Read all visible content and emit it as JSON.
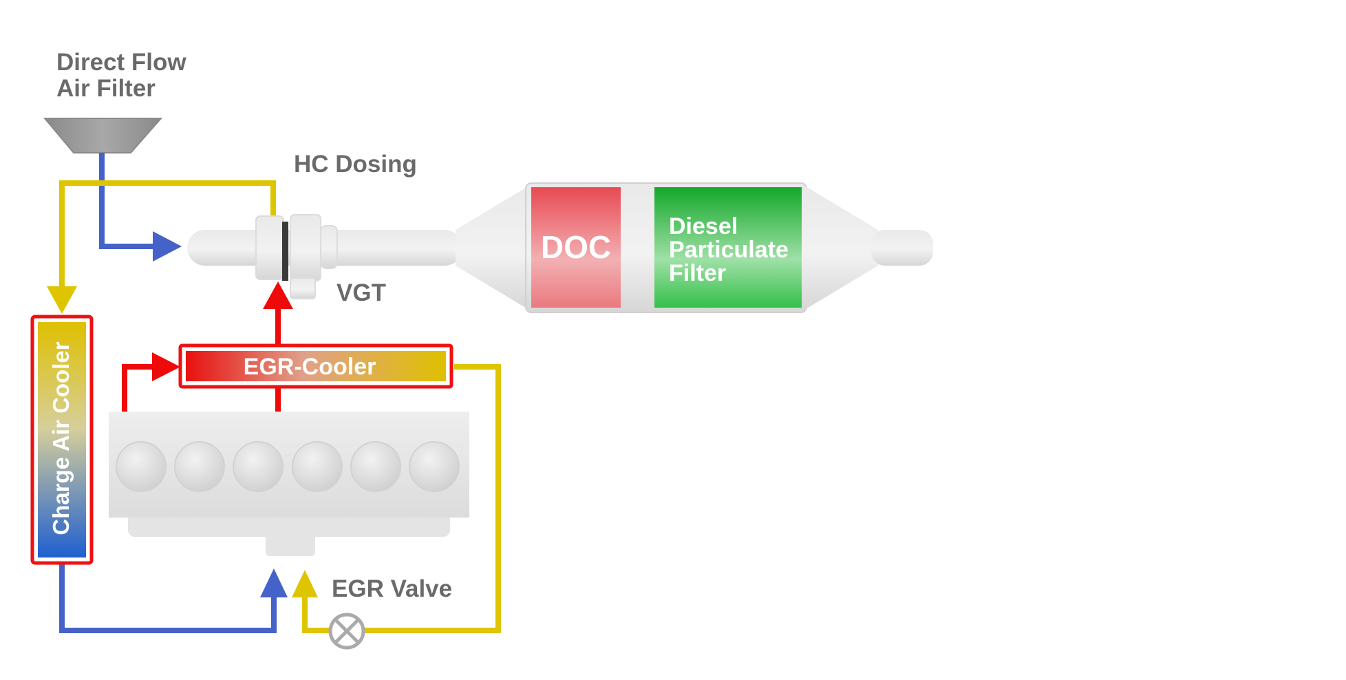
{
  "labels": {
    "air_filter_line1": "Direct Flow",
    "air_filter_line2": "Air Filter",
    "hc_dosing": "HC Dosing",
    "vgt": "VGT",
    "doc": "DOC",
    "dpf_line1": "Diesel",
    "dpf_line2": "Particulate",
    "dpf_line3": "Filter",
    "egr_cooler": "EGR-Cooler",
    "charge_air_cooler": "Charge Air Cooler",
    "egr_valve": "EGR Valve"
  },
  "colors": {
    "fresh_air_line": "#4462c8",
    "charge_air_line": "#dfc400",
    "exhaust_line": "#ee0a0a",
    "egr_return_line": "#dfc400",
    "doc": "#ea6a6f",
    "dpf": "#33c04a",
    "component_border": "#ee1111",
    "component_gray": "#d9d9d9",
    "label_gray": "#6a6a6a"
  },
  "icons": {
    "air_filter": "funnel-icon",
    "egr_valve": "valve-x-icon",
    "turbo": "turbocharger-icon",
    "engine": "six-cylinder-engine-icon"
  }
}
